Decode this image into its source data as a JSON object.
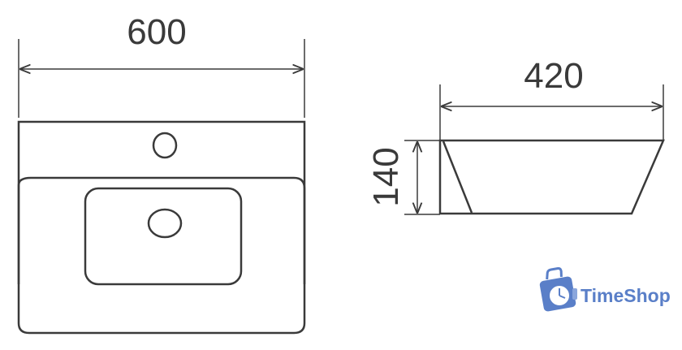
{
  "dimensions": {
    "top_view_width": "600",
    "side_view_depth": "420",
    "side_view_height": "140"
  },
  "brand": {
    "name": "TimeShop"
  },
  "icons": {
    "logo": "suitcase-clock-icon"
  },
  "colors": {
    "line": "#3a3a3a",
    "brand": "#5a7fc8"
  }
}
